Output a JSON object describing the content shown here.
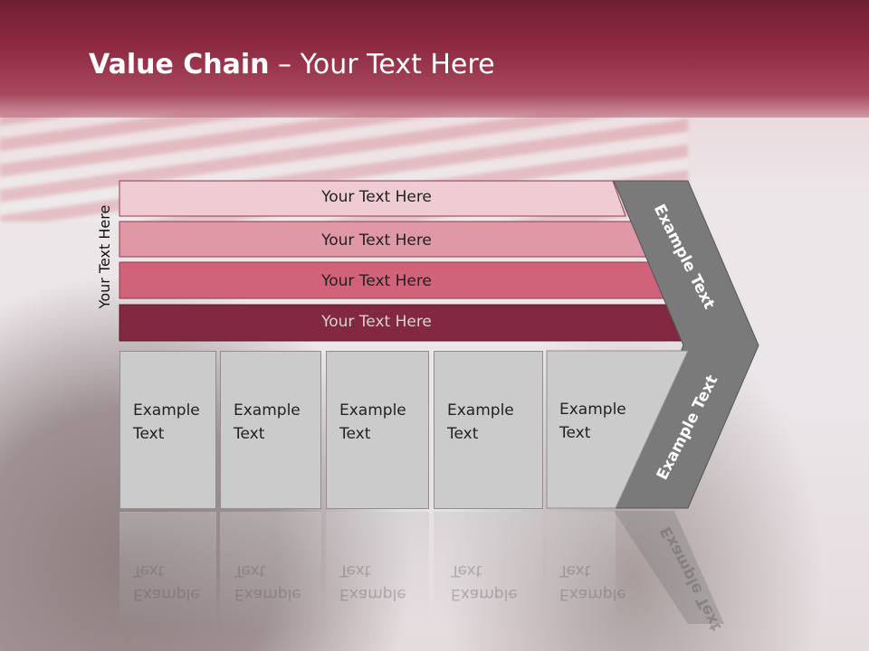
{
  "title": {
    "bold": "Value Chain",
    "rest": " – Your Text Here"
  },
  "side_label": "Your Text Here",
  "support_activities": [
    {
      "label": "Your Text Here",
      "color": "#efccd4"
    },
    {
      "label": "Your Text Here",
      "color": "#e097a6"
    },
    {
      "label": "Your Text Here",
      "color": "#d06279"
    },
    {
      "label": "Your Text Here",
      "color": "#832841"
    }
  ],
  "primary_activities": [
    {
      "line1": "Example",
      "line2": "Text"
    },
    {
      "line1": "Example",
      "line2": "Text"
    },
    {
      "line1": "Example",
      "line2": "Text"
    },
    {
      "line1": "Example",
      "line2": "Text"
    },
    {
      "line1": "Example",
      "line2": "Text"
    }
  ],
  "margin_upper": "Example Text",
  "margin_lower": "Example Text",
  "colors": {
    "header": "#8e2a42",
    "chevron": "#7a7a7a",
    "box": "#cbcbcb"
  }
}
